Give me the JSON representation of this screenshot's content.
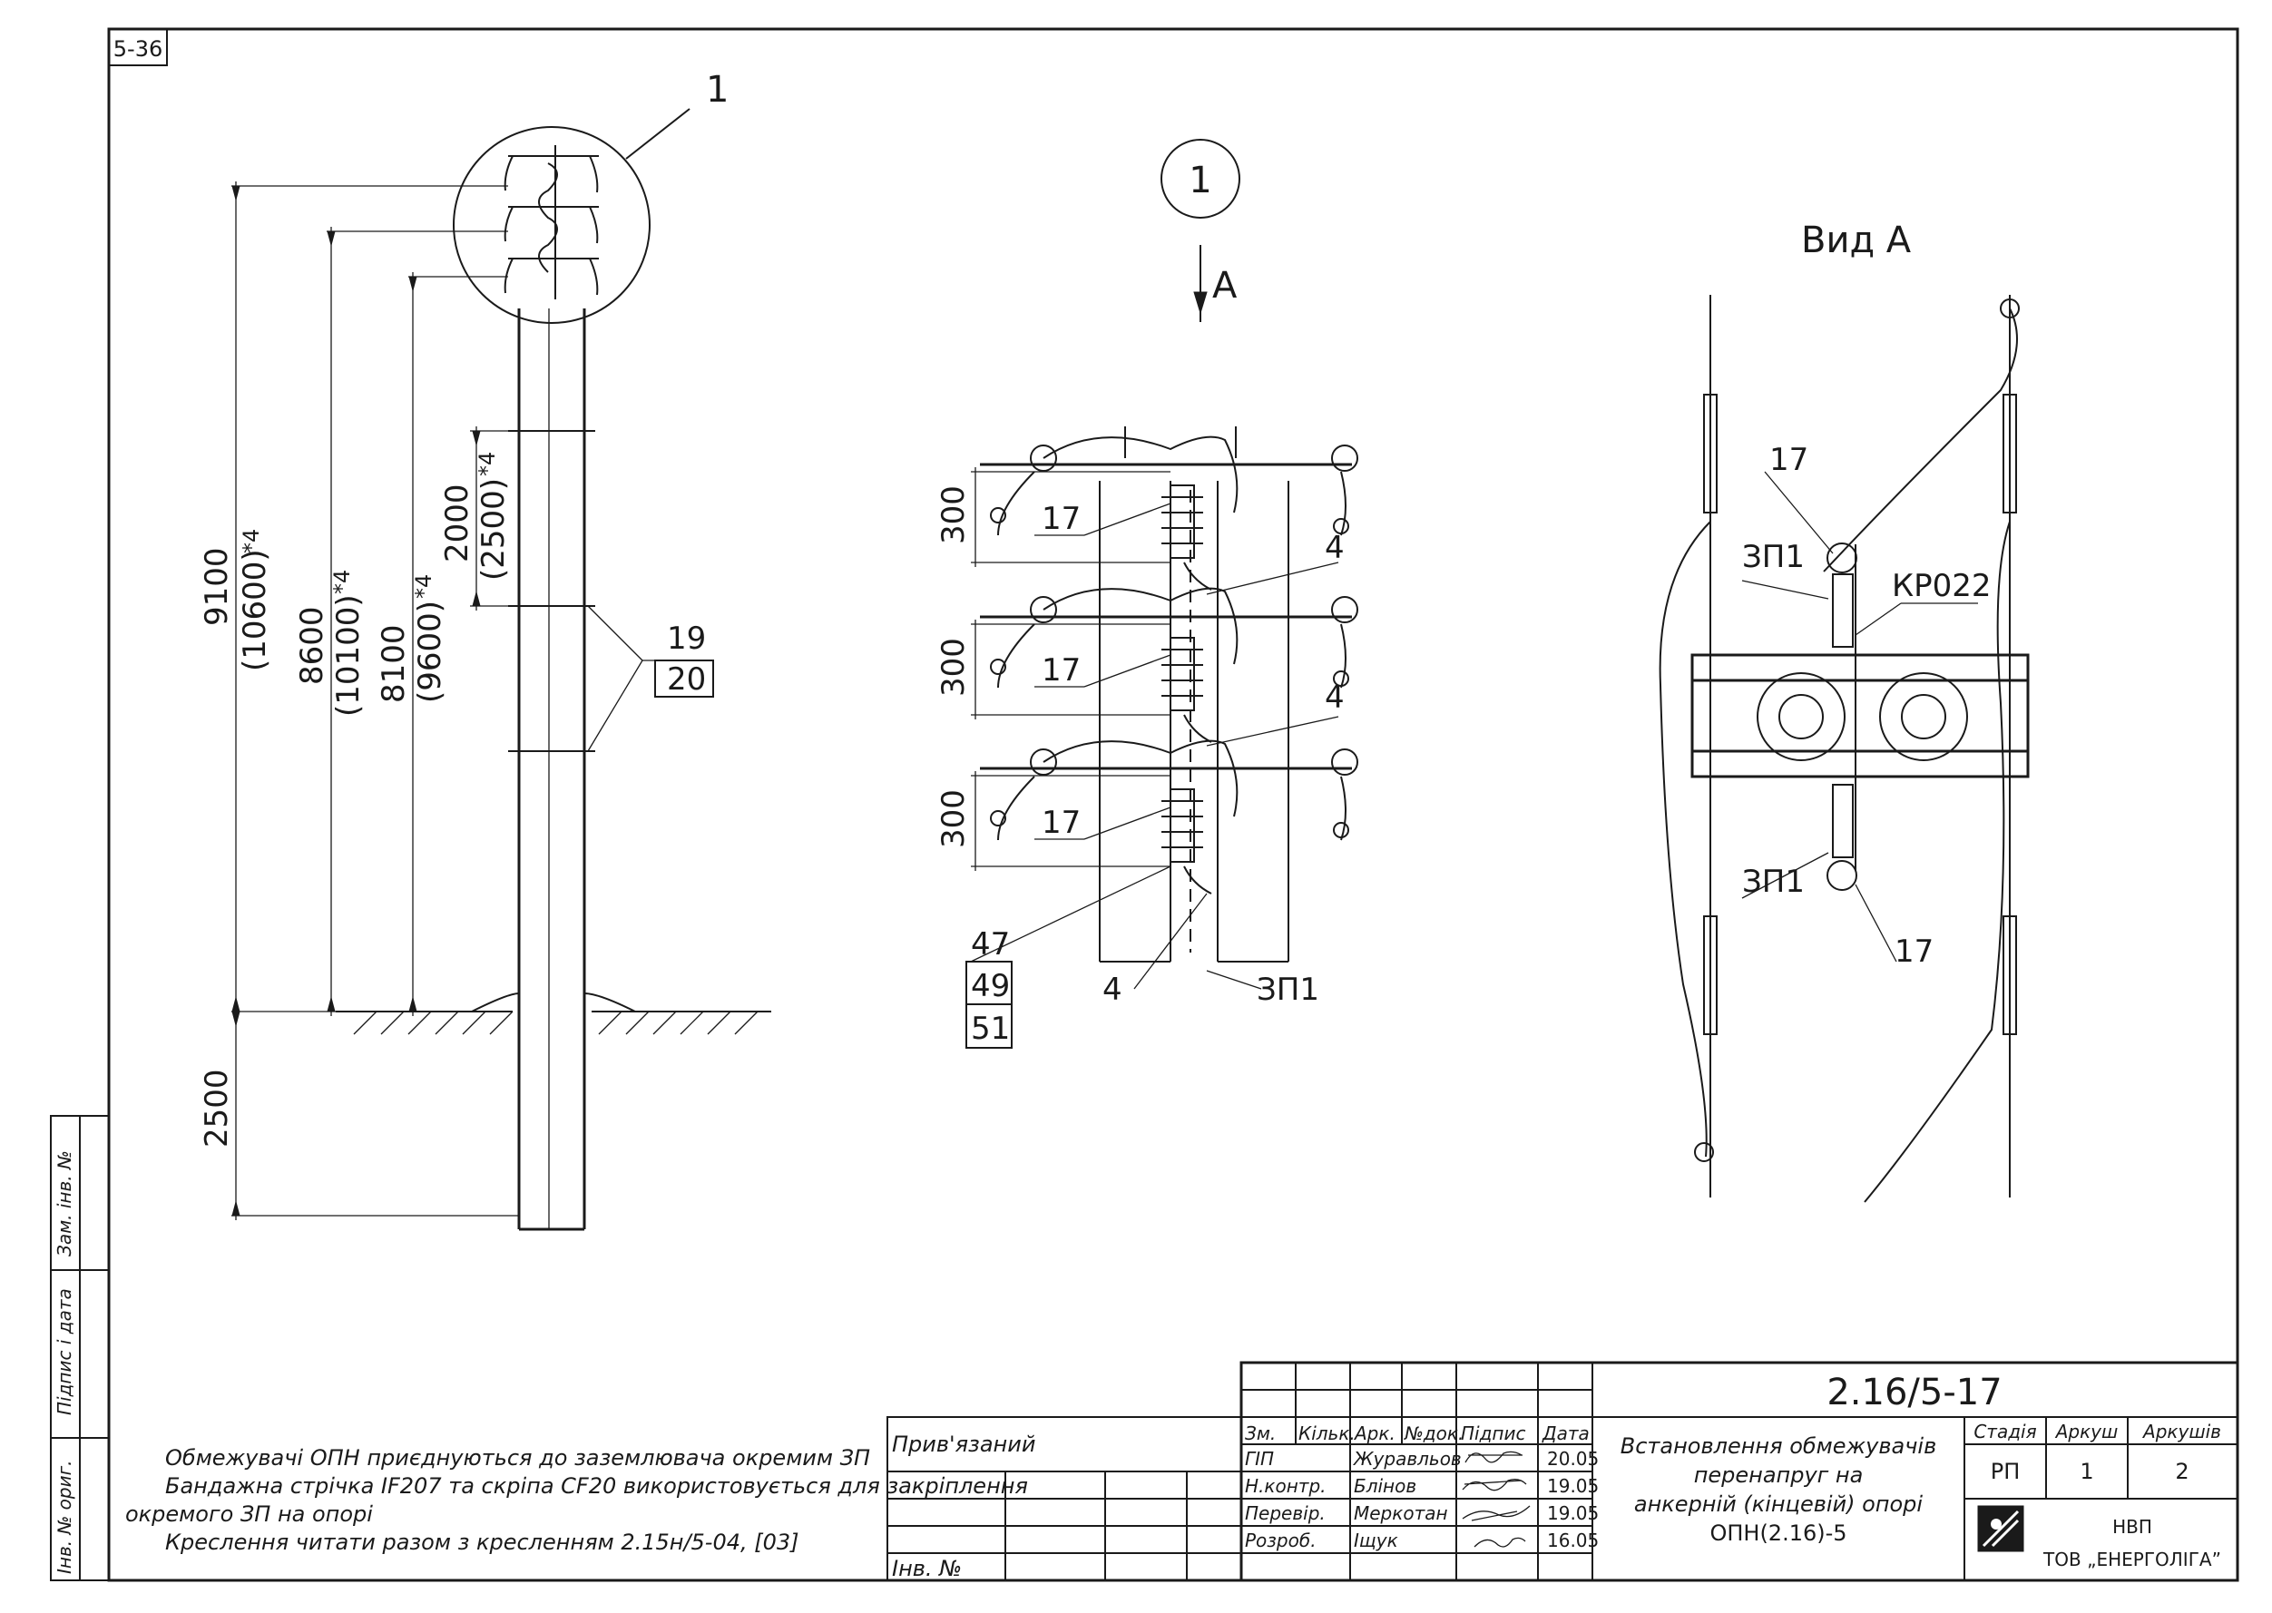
{
  "sheet_code": "5-36",
  "callout": {
    "number": "1",
    "view_arrow": "А"
  },
  "pole_view": {
    "callout_label": "1",
    "dim_9100": "9100",
    "dim_10600": "(10600)",
    "dim_8600": "8600",
    "dim_10100": "(10100)",
    "dim_8100": "8100",
    "dim_9600": "(9600)",
    "dim_2000": "2000",
    "dim_2500b": "(2500)",
    "dim_2500": "2500",
    "note_mark": "*4",
    "pos_19": "19",
    "pos_20": "20"
  },
  "detail_view": {
    "dim_300": "300",
    "pos_17": "17",
    "pos_4": "4",
    "pos_47": "47",
    "pos_49": "49",
    "pos_51": "51",
    "pos_zp1": "ЗП1"
  },
  "view_a": {
    "title": "Вид А",
    "pos_17": "17",
    "pos_zp1": "ЗП1",
    "pos_kr022": "КР022"
  },
  "notes": [
    "Обмежувачі ОПН приєднуються до заземлювача окремим ЗП",
    "Бандажна стрічка IF207 та скріпа CF20 використовується для закріплення",
    "окремого ЗП на опорі",
    "Креслення читати разом з кресленням 2.15н/5-04, [03]"
  ],
  "left_strip": [
    "Інв. № ориг.",
    "Підпис і дата",
    "Зам. інв. №"
  ],
  "title_block": {
    "doc_number": "2.16/5-17",
    "title_lines": [
      "Встановлення обмежувачів",
      "перенапруг на",
      "анкерній (кінцевій) опорі",
      "ОПН(2.16)-5"
    ],
    "privyazaniy": "Прив'язаний",
    "inv_no": "Інв. №",
    "headers": [
      "Зм.",
      "Кільк.",
      "Арк.",
      "№док.",
      "Підпис",
      "Дата"
    ],
    "rows": [
      {
        "role": "ГІП",
        "name": "Журавльов",
        "date": "20.05"
      },
      {
        "role": "Н.контр.",
        "name": "Блінов",
        "date": "19.05"
      },
      {
        "role": "Перевір.",
        "name": "Меркотан",
        "date": "19.05"
      },
      {
        "role": "Розроб.",
        "name": "Іщук",
        "date": "16.05"
      }
    ],
    "stage_header": "Стадія",
    "sheet_header": "Аркуш",
    "sheets_header": "Аркушів",
    "stage": "РП",
    "sheet": "1",
    "sheets": "2",
    "org_line1": "НВП",
    "org_line2": "ТОВ „ЕНЕРГОЛІГА”"
  }
}
